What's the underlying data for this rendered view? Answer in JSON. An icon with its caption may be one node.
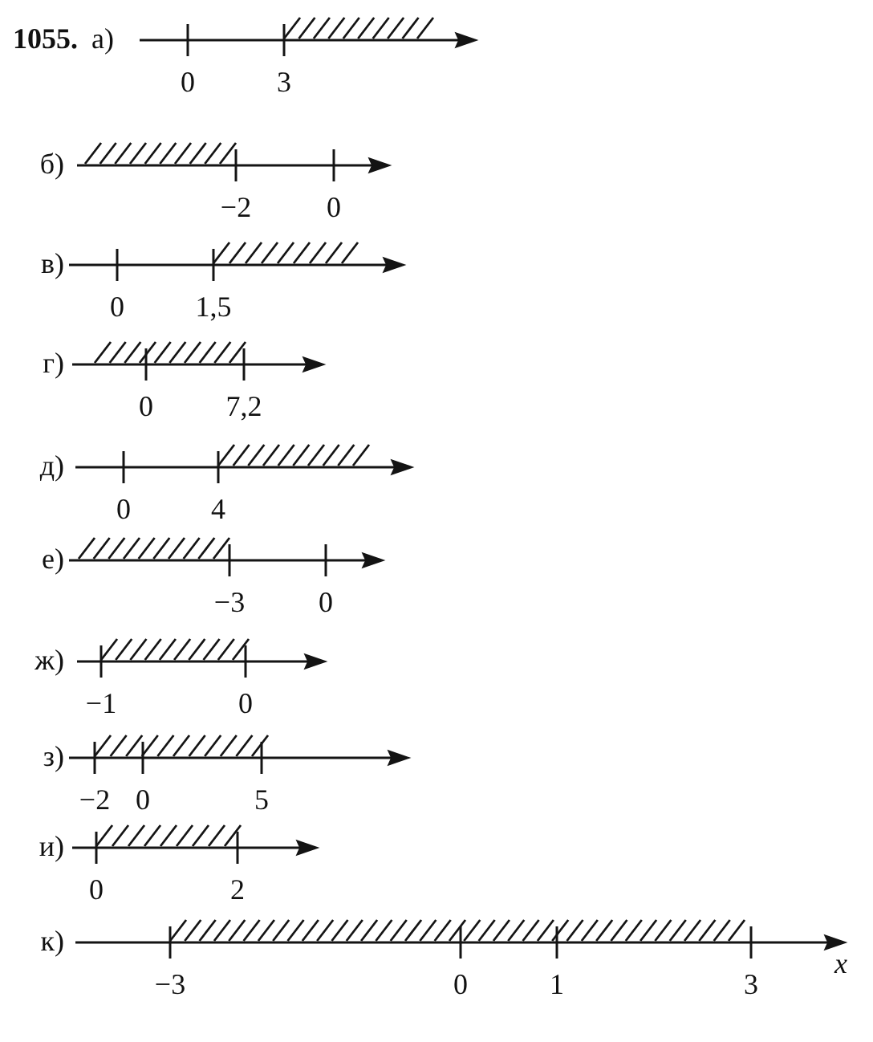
{
  "diagram": {
    "title": "1055.",
    "labels": [
      "а)",
      "0",
      "3",
      "б)",
      "−2",
      "0",
      "в)",
      "0",
      "1,5",
      "г)",
      "0",
      "7,2",
      "д)",
      "0",
      "4",
      "е)",
      "−3",
      "0",
      "ж)",
      "−1",
      "0",
      "з)",
      "−2",
      "0",
      "5",
      "и)",
      "0",
      "2",
      "к)",
      "−3",
      "0",
      "1",
      "3",
      "x"
    ]
  }
}
